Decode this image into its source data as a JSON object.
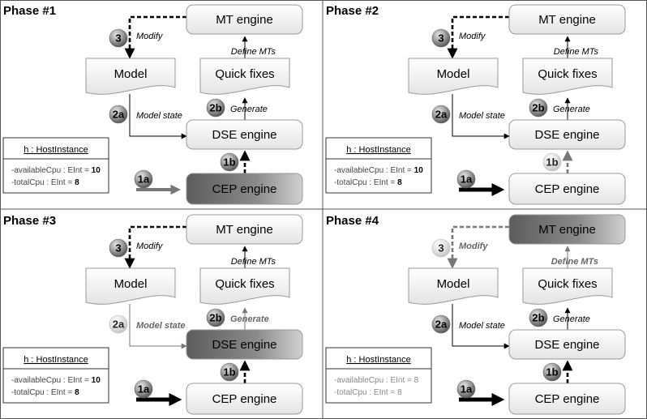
{
  "engines": {
    "mt": "MT engine",
    "dse": "DSE engine",
    "cep": "CEP engine"
  },
  "documents": {
    "model": "Model",
    "quick_fixes": "Quick fixes"
  },
  "labels": {
    "modify": "Modify",
    "define_mts": "Define MTs",
    "model_state": "Model state",
    "generate": "Generate"
  },
  "steps": {
    "s3": "3",
    "s2a": "2a",
    "s2b": "2b",
    "s1a": "1a",
    "s1b": "1b"
  },
  "host_instance": {
    "title": "h : HostInstance",
    "available_label": "-availableCpu : EInt = ",
    "total_label": "-totalCpu : EInt = "
  },
  "phases": [
    {
      "title": "Phase #1",
      "available": "10",
      "total": "8"
    },
    {
      "title": "Phase #2",
      "available": "10",
      "total": "8"
    },
    {
      "title": "Phase #3",
      "available": "10",
      "total": "8"
    },
    {
      "title": "Phase #4",
      "available": "8",
      "total": "8"
    }
  ],
  "colors": {
    "engine_active_dark": "#7a7a7a",
    "engine_inactive_light": "#ffffff",
    "arrow_active": "#000000",
    "arrow_dim": "#777777",
    "border": "#7f7f7f"
  }
}
